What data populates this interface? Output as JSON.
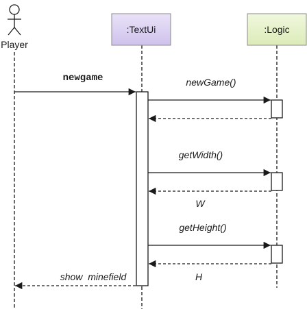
{
  "participants": {
    "player": {
      "label": "Player"
    },
    "textui": {
      "label": ":TextUi",
      "fill": "#dcd3f2"
    },
    "logic": {
      "label": ":Logic",
      "fill": "#e6f2c9"
    }
  },
  "messages": {
    "user_command": "newgame",
    "new_game_call": "newGame()",
    "get_width_call": "getWidth()",
    "width_return": "W",
    "get_height_call": "getHeight()",
    "height_return": "H",
    "show_minefield": "show  minefield"
  },
  "colors": {
    "line": "#1a1a1a",
    "text": "#1a1a1a"
  }
}
